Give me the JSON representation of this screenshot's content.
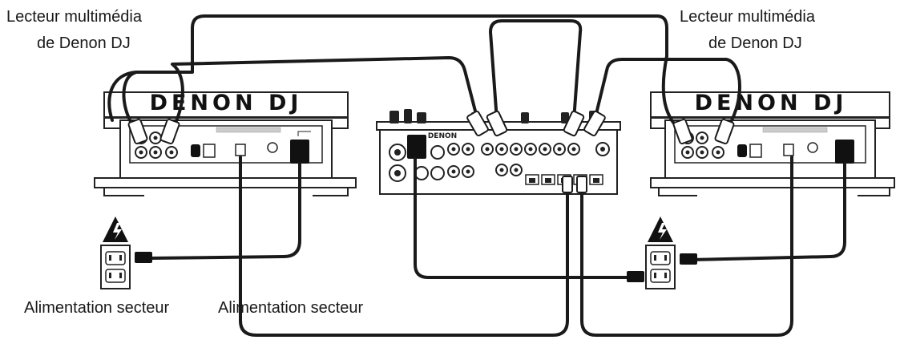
{
  "labels": {
    "left_player_line1": "Lecteur multimédia",
    "left_player_line2": "de Denon DJ",
    "right_player_line1": "Lecteur multimédia",
    "right_player_line2": "de Denon DJ",
    "power_left": "Alimentation secteur",
    "power_right": "Alimentation secteur"
  },
  "devices": {
    "left_player_brand": "DENON DJ",
    "right_player_brand": "DENON DJ",
    "mixer_brand": "DENON"
  },
  "icons": [
    "warning-icon",
    "power-outlet-icon",
    "power-plug-icon",
    "rca-connector-icon",
    "usb-connector-icon",
    "ethernet-connector-icon"
  ]
}
